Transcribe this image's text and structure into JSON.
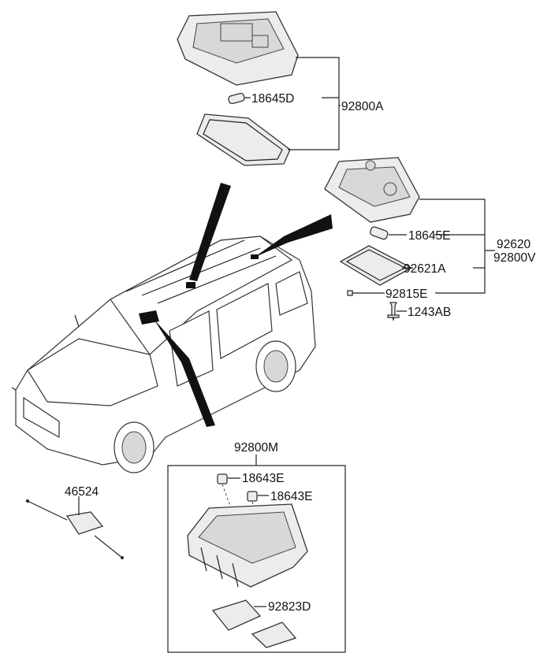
{
  "labels": {
    "top_bulb": "18645D",
    "top_assy": "92800A",
    "room_bulb": "18645E",
    "room_assy_1": "92620",
    "room_assy_2": "92800V",
    "room_lens": "92621A",
    "room_clip": "92815E",
    "room_screw": "1243AB",
    "overhead_assy": "92800M",
    "overhead_bulb_1": "18643E",
    "overhead_bulb_2": "18643E",
    "overhead_lens": "92823D",
    "antenna_module": "46524"
  }
}
